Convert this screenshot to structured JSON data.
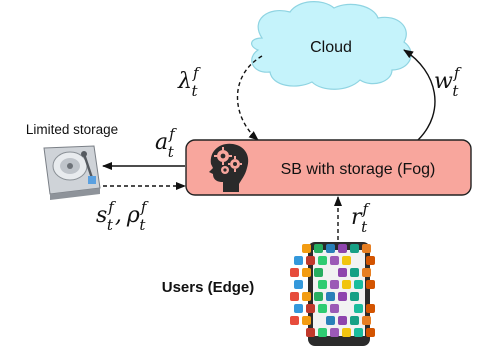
{
  "cloud": {
    "label": "Cloud",
    "fill": "#c5f3fb",
    "stroke": "#8fd4e2"
  },
  "fog": {
    "label": "SB with storage (Fog)",
    "fill": "#f8a69d",
    "stroke": "#222222",
    "icon": "gears-head-icon"
  },
  "storage": {
    "label": "Limited storage",
    "icon": "hard-drive-icon"
  },
  "users": {
    "label": "Users (Edge)",
    "icon": "smartphone-apps-icon"
  },
  "symbols": {
    "lambda": {
      "base": "λ",
      "sup": "f",
      "sub": "t"
    },
    "w": {
      "base": "w",
      "sup": "f",
      "sub": "t"
    },
    "a": {
      "base": "a",
      "sup": "f",
      "sub": "t"
    },
    "s": {
      "base": "s",
      "sup": "f",
      "sub": "t"
    },
    "sep": ",",
    "rho": {
      "base": "ρ",
      "sup": "f",
      "sub": "t"
    },
    "r": {
      "base": "r",
      "sup": "f",
      "sub": "t"
    }
  }
}
